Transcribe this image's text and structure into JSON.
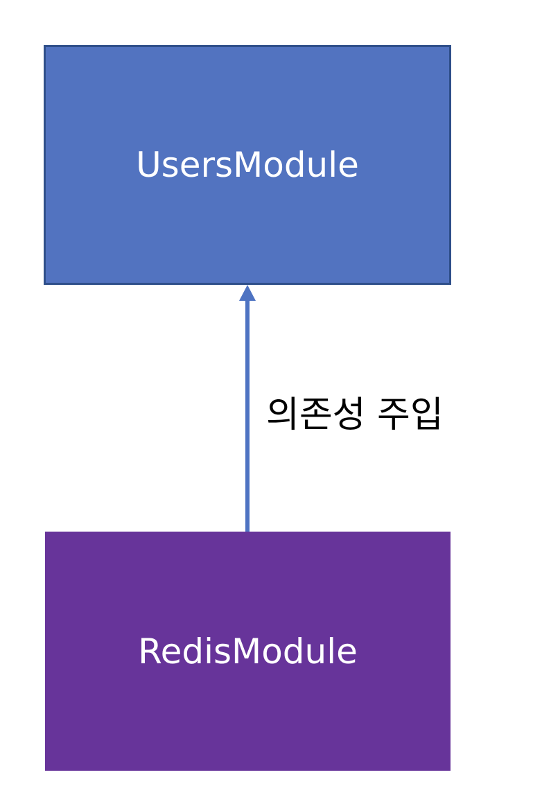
{
  "nodes": {
    "users": {
      "label": "UsersModule",
      "color": "#5273c0"
    },
    "redis": {
      "label": "RedisModule",
      "color": "#67349a"
    }
  },
  "edge": {
    "label": "의존성 주입",
    "color": "#4e73c2",
    "from": "RedisModule",
    "to": "UsersModule"
  }
}
